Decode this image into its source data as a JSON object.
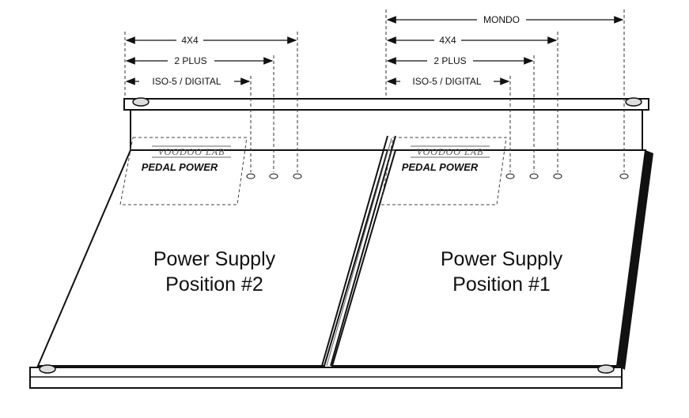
{
  "dimension_labels": {
    "left": {
      "four_x_four": "4X4",
      "two_plus": "2 PLUS",
      "iso_digital": "ISO-5 / DIGITAL"
    },
    "right": {
      "mondo": "MONDO",
      "four_x_four": "4X4",
      "two_plus": "2 PLUS",
      "iso_digital": "ISO-5 / DIGITAL"
    }
  },
  "positions": {
    "left": {
      "line1": "Power Supply",
      "line2": "Position #2"
    },
    "right": {
      "line1": "Power Supply",
      "line2": "Position #1"
    }
  },
  "logos": {
    "left": {
      "brand": "VOODOO LAB",
      "product": "PEDAL POWER"
    },
    "right": {
      "brand": "VOODOO LAB",
      "product": "PEDAL POWER"
    }
  }
}
